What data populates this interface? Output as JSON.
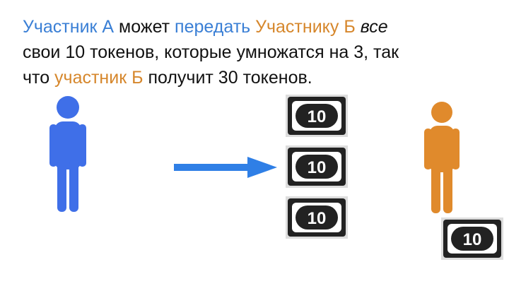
{
  "caption": {
    "line1": {
      "part1": "Участник А",
      "part2": " может ",
      "part3": "передать",
      "part4": " ",
      "part5": "Участнику Б",
      "part6": " ",
      "part7": "все"
    },
    "line2": "свои 10 токенов, которые умножатся на 3, так",
    "line3": {
      "part1": "что ",
      "part2": "участник Б",
      "part3": " получит 30 токенов."
    }
  },
  "tokens": [
    {
      "value": "10"
    },
    {
      "value": "10"
    },
    {
      "value": "10"
    },
    {
      "value": "10"
    }
  ],
  "colors": {
    "participant_a": "#3f6fe8",
    "participant_b": "#e08a2c",
    "arrow": "#2f7fe6",
    "note_dark": "#222222"
  },
  "icons": {
    "participant_a": "person-icon",
    "participant_b": "person-icon",
    "transfer": "arrow-right-icon",
    "token": "banknote-icon"
  }
}
